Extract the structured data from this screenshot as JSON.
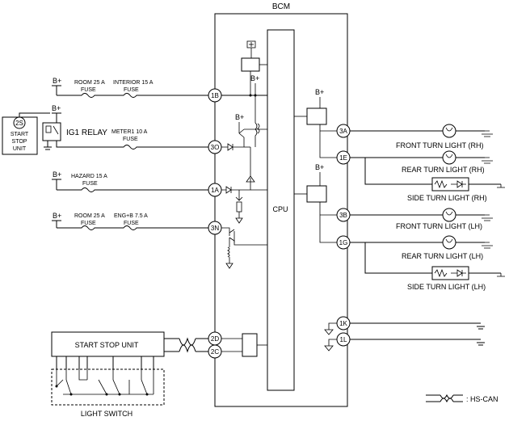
{
  "bcm": {
    "title": "BCM",
    "cpu": "CPU"
  },
  "supply": {
    "bplus": "B+"
  },
  "fuses": {
    "room25_a": "ROOM 25 A",
    "interior15": "INTERIOR 15 A",
    "meter1_10": "METER1 10 A",
    "hazard15": "HAZARD 15 A",
    "room25_b": "ROOM 25 A",
    "engb75": "ENG+B 7.5 A",
    "fuse_word": "FUSE"
  },
  "relay": {
    "label": "IG1 RELAY"
  },
  "start_stop_box": {
    "pin": "2S",
    "line1": "START",
    "line2": "STOP",
    "line3": "UNIT"
  },
  "bcm_pins_left": [
    "1B",
    "3O",
    "1A",
    "3N",
    "2D",
    "2C"
  ],
  "bcm_pins_right": [
    "3A",
    "1E",
    "3B",
    "1G",
    "1K",
    "1L"
  ],
  "lights": {
    "front_rh": "FRONT TURN LIGHT (RH)",
    "rear_rh": "REAR TURN LIGHT (RH)",
    "side_rh": "SIDE TURN LIGHT (RH)",
    "front_lh": "FRONT TURN LIGHT (LH)",
    "rear_lh": "REAR TURN LIGHT (LH)",
    "side_lh": "SIDE TURN LIGHT (LH)"
  },
  "bottom": {
    "start_stop_unit": "START STOP UNIT",
    "light_switch": "LIGHT SWITCH"
  },
  "legend": {
    "hs_can": ": HS-CAN"
  }
}
